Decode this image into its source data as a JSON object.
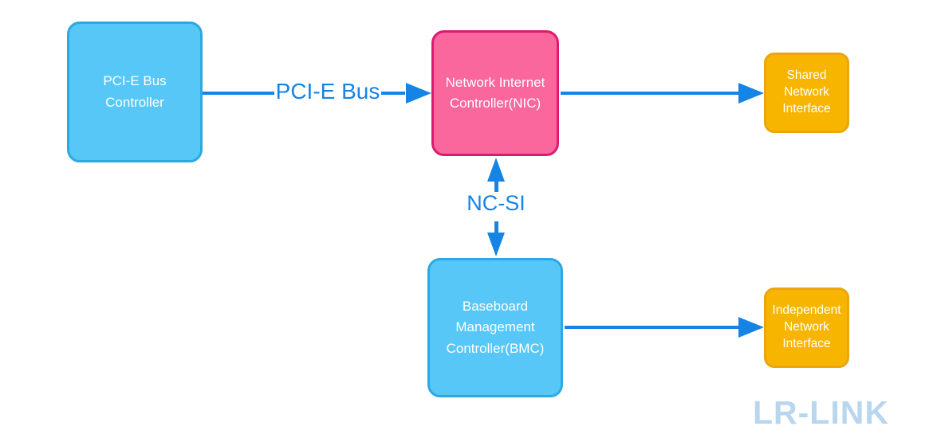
{
  "nodes": {
    "pcie_bus_controller": {
      "label": "PCI-E Bus\nController",
      "fill": "#57C7F7",
      "border": "#2AA9E2"
    },
    "nic": {
      "label": "Network Internet\nController(NIC)",
      "fill": "#F9679C",
      "border": "#DE1970"
    },
    "shared_network_interface": {
      "label": "Shared\nNetwork\nInterface",
      "fill": "#F8B500",
      "border": "#EBA50E"
    },
    "bmc": {
      "label": "Baseboard\nManagement\nController(BMC)",
      "fill": "#57C7F7",
      "border": "#2AA9E2"
    },
    "independent_network_interface": {
      "label": "Independent\nNetwork\nInterface",
      "fill": "#F8B500",
      "border": "#EBA50E"
    }
  },
  "edges": {
    "pcie_bus": {
      "label": "PCI-E Bus",
      "from": "pcie_bus_controller",
      "to": "nic",
      "direction": "right"
    },
    "ncsi": {
      "label": "NC-SI",
      "from": "nic",
      "to": "bmc",
      "direction": "bidirectional"
    },
    "nic_to_shared": {
      "label": "",
      "from": "nic",
      "to": "shared_network_interface",
      "direction": "right"
    },
    "bmc_to_independent": {
      "label": "",
      "from": "bmc",
      "to": "independent_network_interface",
      "direction": "right"
    }
  },
  "watermark": {
    "text": "LR-LINK",
    "color": "#B9D6EF"
  },
  "colors": {
    "background": "#FFFFFF",
    "arrow_blue": "#1584E4",
    "node_text": "#FFFFFF"
  }
}
